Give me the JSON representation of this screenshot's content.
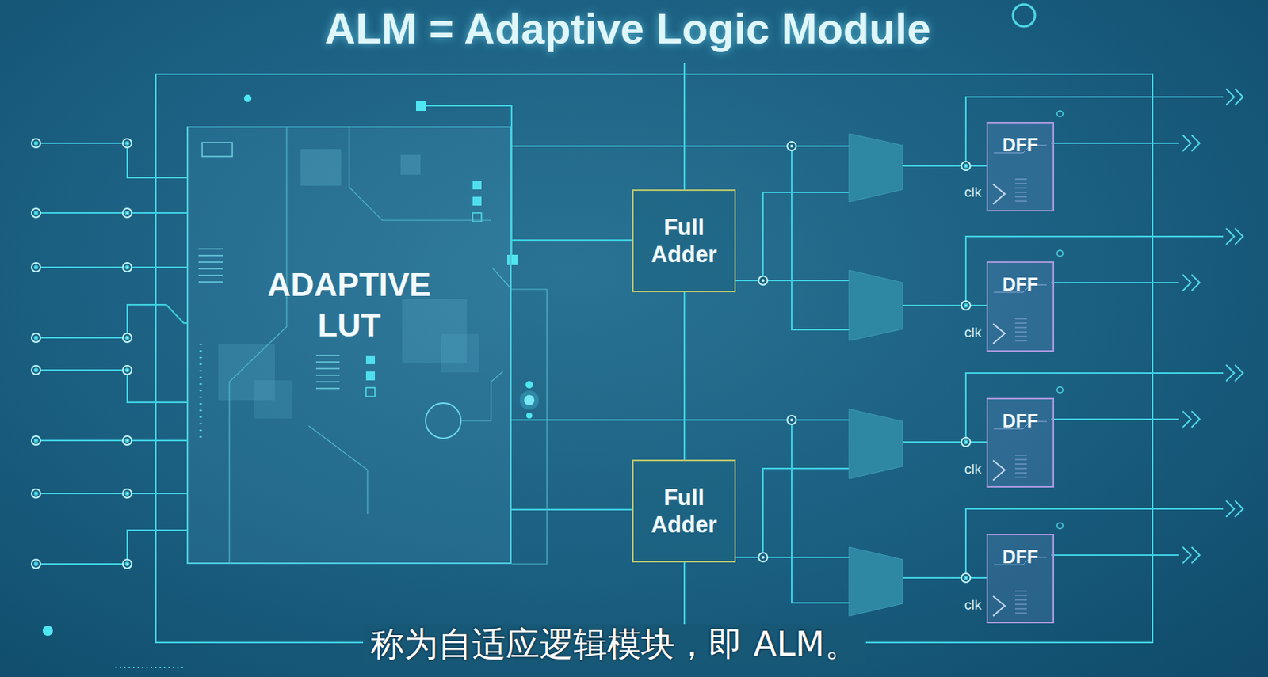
{
  "diagram": {
    "title": "ALM = Adaptive Logic Module",
    "caption": "称为自适应逻辑模块，即 ALM。",
    "nodes": [
      {
        "text": [
          "ADAPTIVE LUT"
        ]
      },
      {
        "text": [
          "Full Adder"
        ]
      },
      {
        "text": [
          "Full Adder"
        ]
      },
      {
        "text": [
          "DFF"
        ]
      },
      {
        "text": [
          "DFF"
        ]
      },
      {
        "text": [
          "DFF"
        ]
      },
      {
        "text": [
          "DFF"
        ]
      }
    ],
    "edges": [
      {
        "from": 0,
        "to": 1,
        "arrow": "none"
      },
      {
        "from": 0,
        "to": 2,
        "arrow": "none"
      },
      {
        "from": 1,
        "to": 2,
        "arrow": "none"
      },
      {
        "from": 0,
        "to": 3,
        "arrow": "none"
      },
      {
        "from": 1,
        "to": 3,
        "arrow": "none"
      },
      {
        "from": 0,
        "to": 4,
        "arrow": "none"
      },
      {
        "from": 1,
        "to": 4,
        "arrow": "none"
      },
      {
        "from": 0,
        "to": 5,
        "arrow": "none"
      },
      {
        "from": 2,
        "to": 5,
        "arrow": "none"
      },
      {
        "from": 0,
        "to": 6,
        "arrow": "none"
      },
      {
        "from": 2,
        "to": 6,
        "arrow": "none"
      }
    ],
    "labels": [
      "clk",
      "clk",
      "clk",
      "clk"
    ]
  }
}
